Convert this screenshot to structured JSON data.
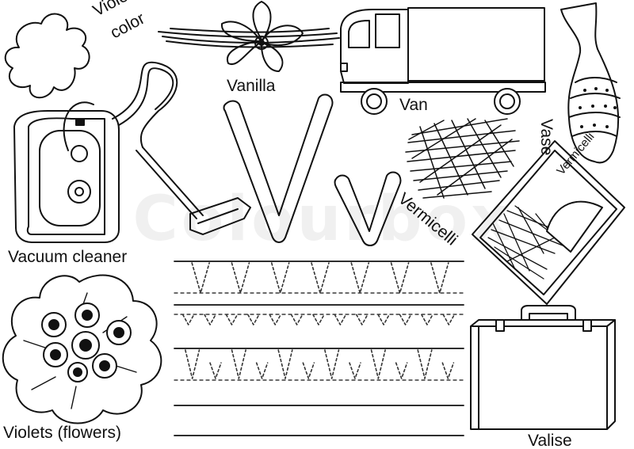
{
  "title_letters": {
    "upper": "V",
    "lower": "v"
  },
  "labels": {
    "violet_color": [
      "Violet",
      "color"
    ],
    "vanilla": "Vanilla",
    "van": "Van",
    "vase": "Vase",
    "vacuum_cleaner": "Vacuum cleaner",
    "vermicelli": "Vermicelli",
    "vermicelli_pack": "Vermicelli",
    "violets": "Violets (flowers)",
    "valise": "Valise"
  },
  "tracing_rows": [
    {
      "letters": [
        "V",
        "V",
        "V",
        "V",
        "V",
        "V",
        "V"
      ]
    },
    {
      "letters": [
        "v",
        "v",
        "v",
        "v",
        "v",
        "v",
        "v",
        "v",
        "v",
        "v",
        "v",
        "v",
        "v"
      ]
    },
    {
      "letters": [
        "V",
        "v",
        "V",
        "v",
        "V",
        "v",
        "V",
        "v",
        "V",
        "v",
        "V",
        "v"
      ]
    }
  ],
  "watermark": "Colourbox",
  "colors": {
    "ink": "#111111",
    "paper": "#ffffff"
  }
}
